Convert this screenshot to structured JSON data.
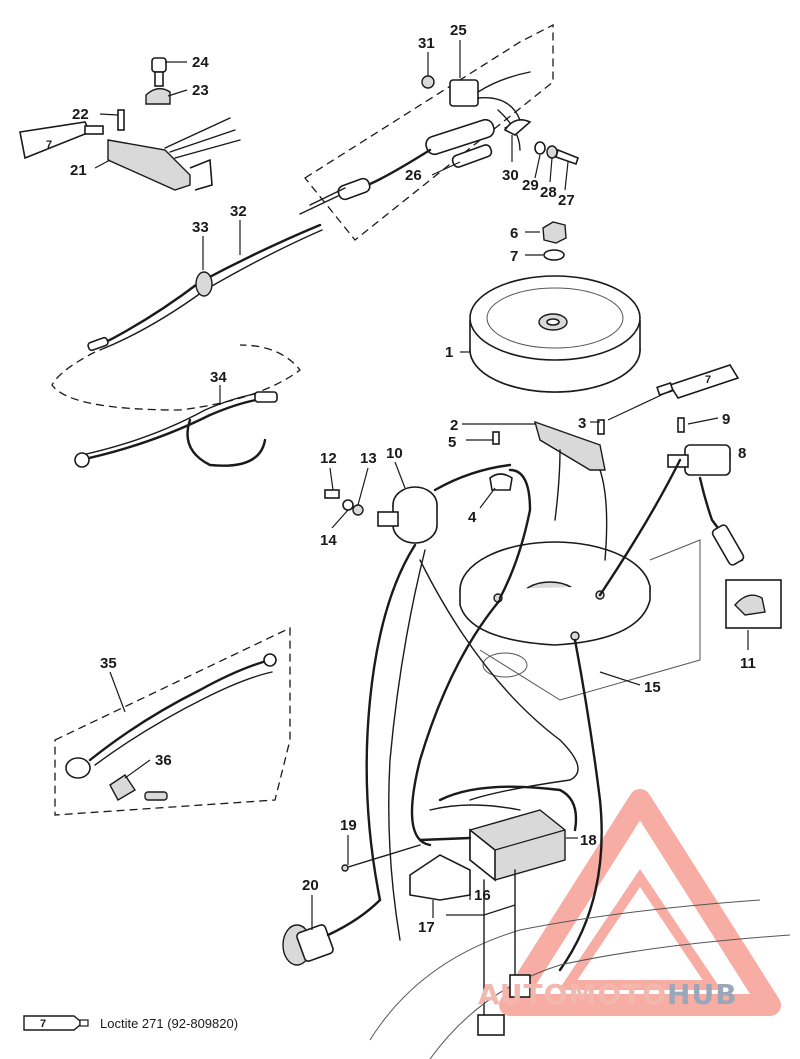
{
  "callouts": [
    "1",
    "2",
    "3",
    "4",
    "5",
    "6",
    "7",
    "8",
    "9",
    "10",
    "11",
    "12",
    "13",
    "14",
    "15",
    "16",
    "17",
    "18",
    "19",
    "20",
    "21",
    "22",
    "23",
    "24",
    "25",
    "26",
    "27",
    "28",
    "29",
    "30",
    "31",
    "32",
    "33",
    "34",
    "35",
    "36"
  ],
  "tube_label": "7",
  "legend": {
    "tube_number": "7",
    "text": "Loctite 271 (92-809820)"
  },
  "watermark": {
    "part1": "AUTO",
    "part2": "MOTO",
    "part3": "HUB"
  },
  "colors": {
    "line": "#1a1a1a",
    "watermark_triangle": "#f26a5a",
    "watermark_text": "#9aa7b8"
  }
}
